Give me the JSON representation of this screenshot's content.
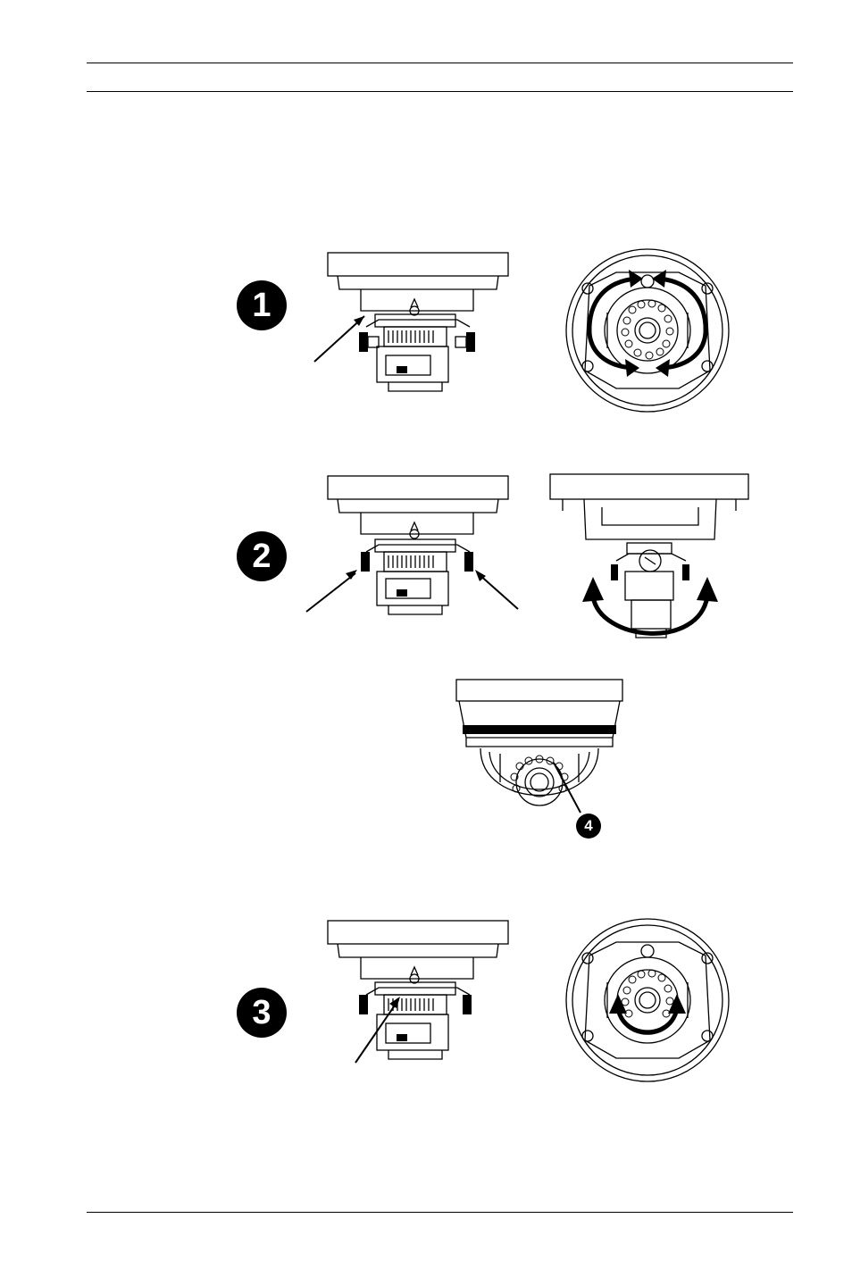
{
  "steps": [
    {
      "number": "1"
    },
    {
      "number": "2"
    },
    {
      "number": "3"
    }
  ],
  "callout": {
    "number": "4"
  }
}
